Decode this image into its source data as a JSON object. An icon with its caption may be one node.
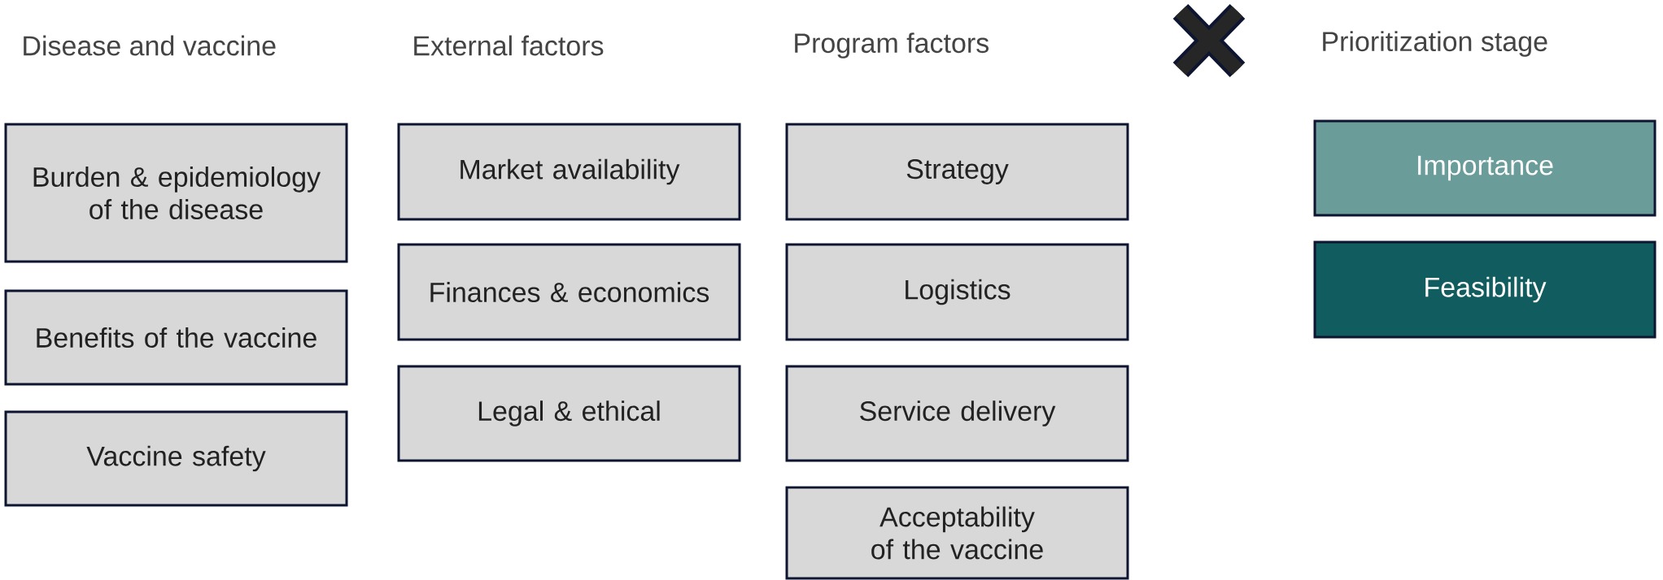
{
  "diagram": {
    "nodes": [
      {
        "text": [
          "Burden & epidemiology of the disease"
        ]
      },
      {
        "text": [
          "Benefits of the vaccine"
        ]
      },
      {
        "text": [
          "Vaccine safety"
        ]
      },
      {
        "text": [
          "Market availability"
        ]
      },
      {
        "text": [
          "Finances & economics"
        ]
      },
      {
        "text": [
          "Legal & ethical"
        ]
      },
      {
        "text": [
          "Strategy"
        ]
      },
      {
        "text": [
          "Logistics"
        ]
      },
      {
        "text": [
          "Service delivery"
        ]
      },
      {
        "text": [
          "Acceptability of the vaccine"
        ]
      },
      {
        "text": [
          "Importance"
        ]
      },
      {
        "text": [
          "Feasibility"
        ]
      }
    ],
    "labels": [
      "Disease and vaccine",
      "External factors",
      "Program factors",
      "Prioritization stage"
    ]
  }
}
